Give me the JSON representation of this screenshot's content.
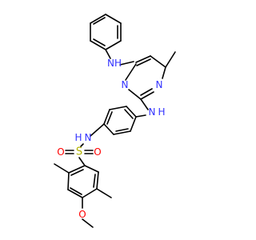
{
  "molecule": {
    "atom_labels": {
      "nh_top": "NH",
      "n_ring_1": "N",
      "n_ring_2": "N",
      "nh_linker": "N",
      "nh_linker_h": "H",
      "n_sulfonamide": "N",
      "n_sulfonamide_h": "H",
      "sulfur": "S",
      "oxygen_left": "O",
      "oxygen_right": "O",
      "oxygen_methoxy": "O"
    },
    "colors": {
      "nitrogen": "#3333ff",
      "oxygen": "#ff0000",
      "sulfur": "#b2b200",
      "bond": "#000000"
    }
  }
}
